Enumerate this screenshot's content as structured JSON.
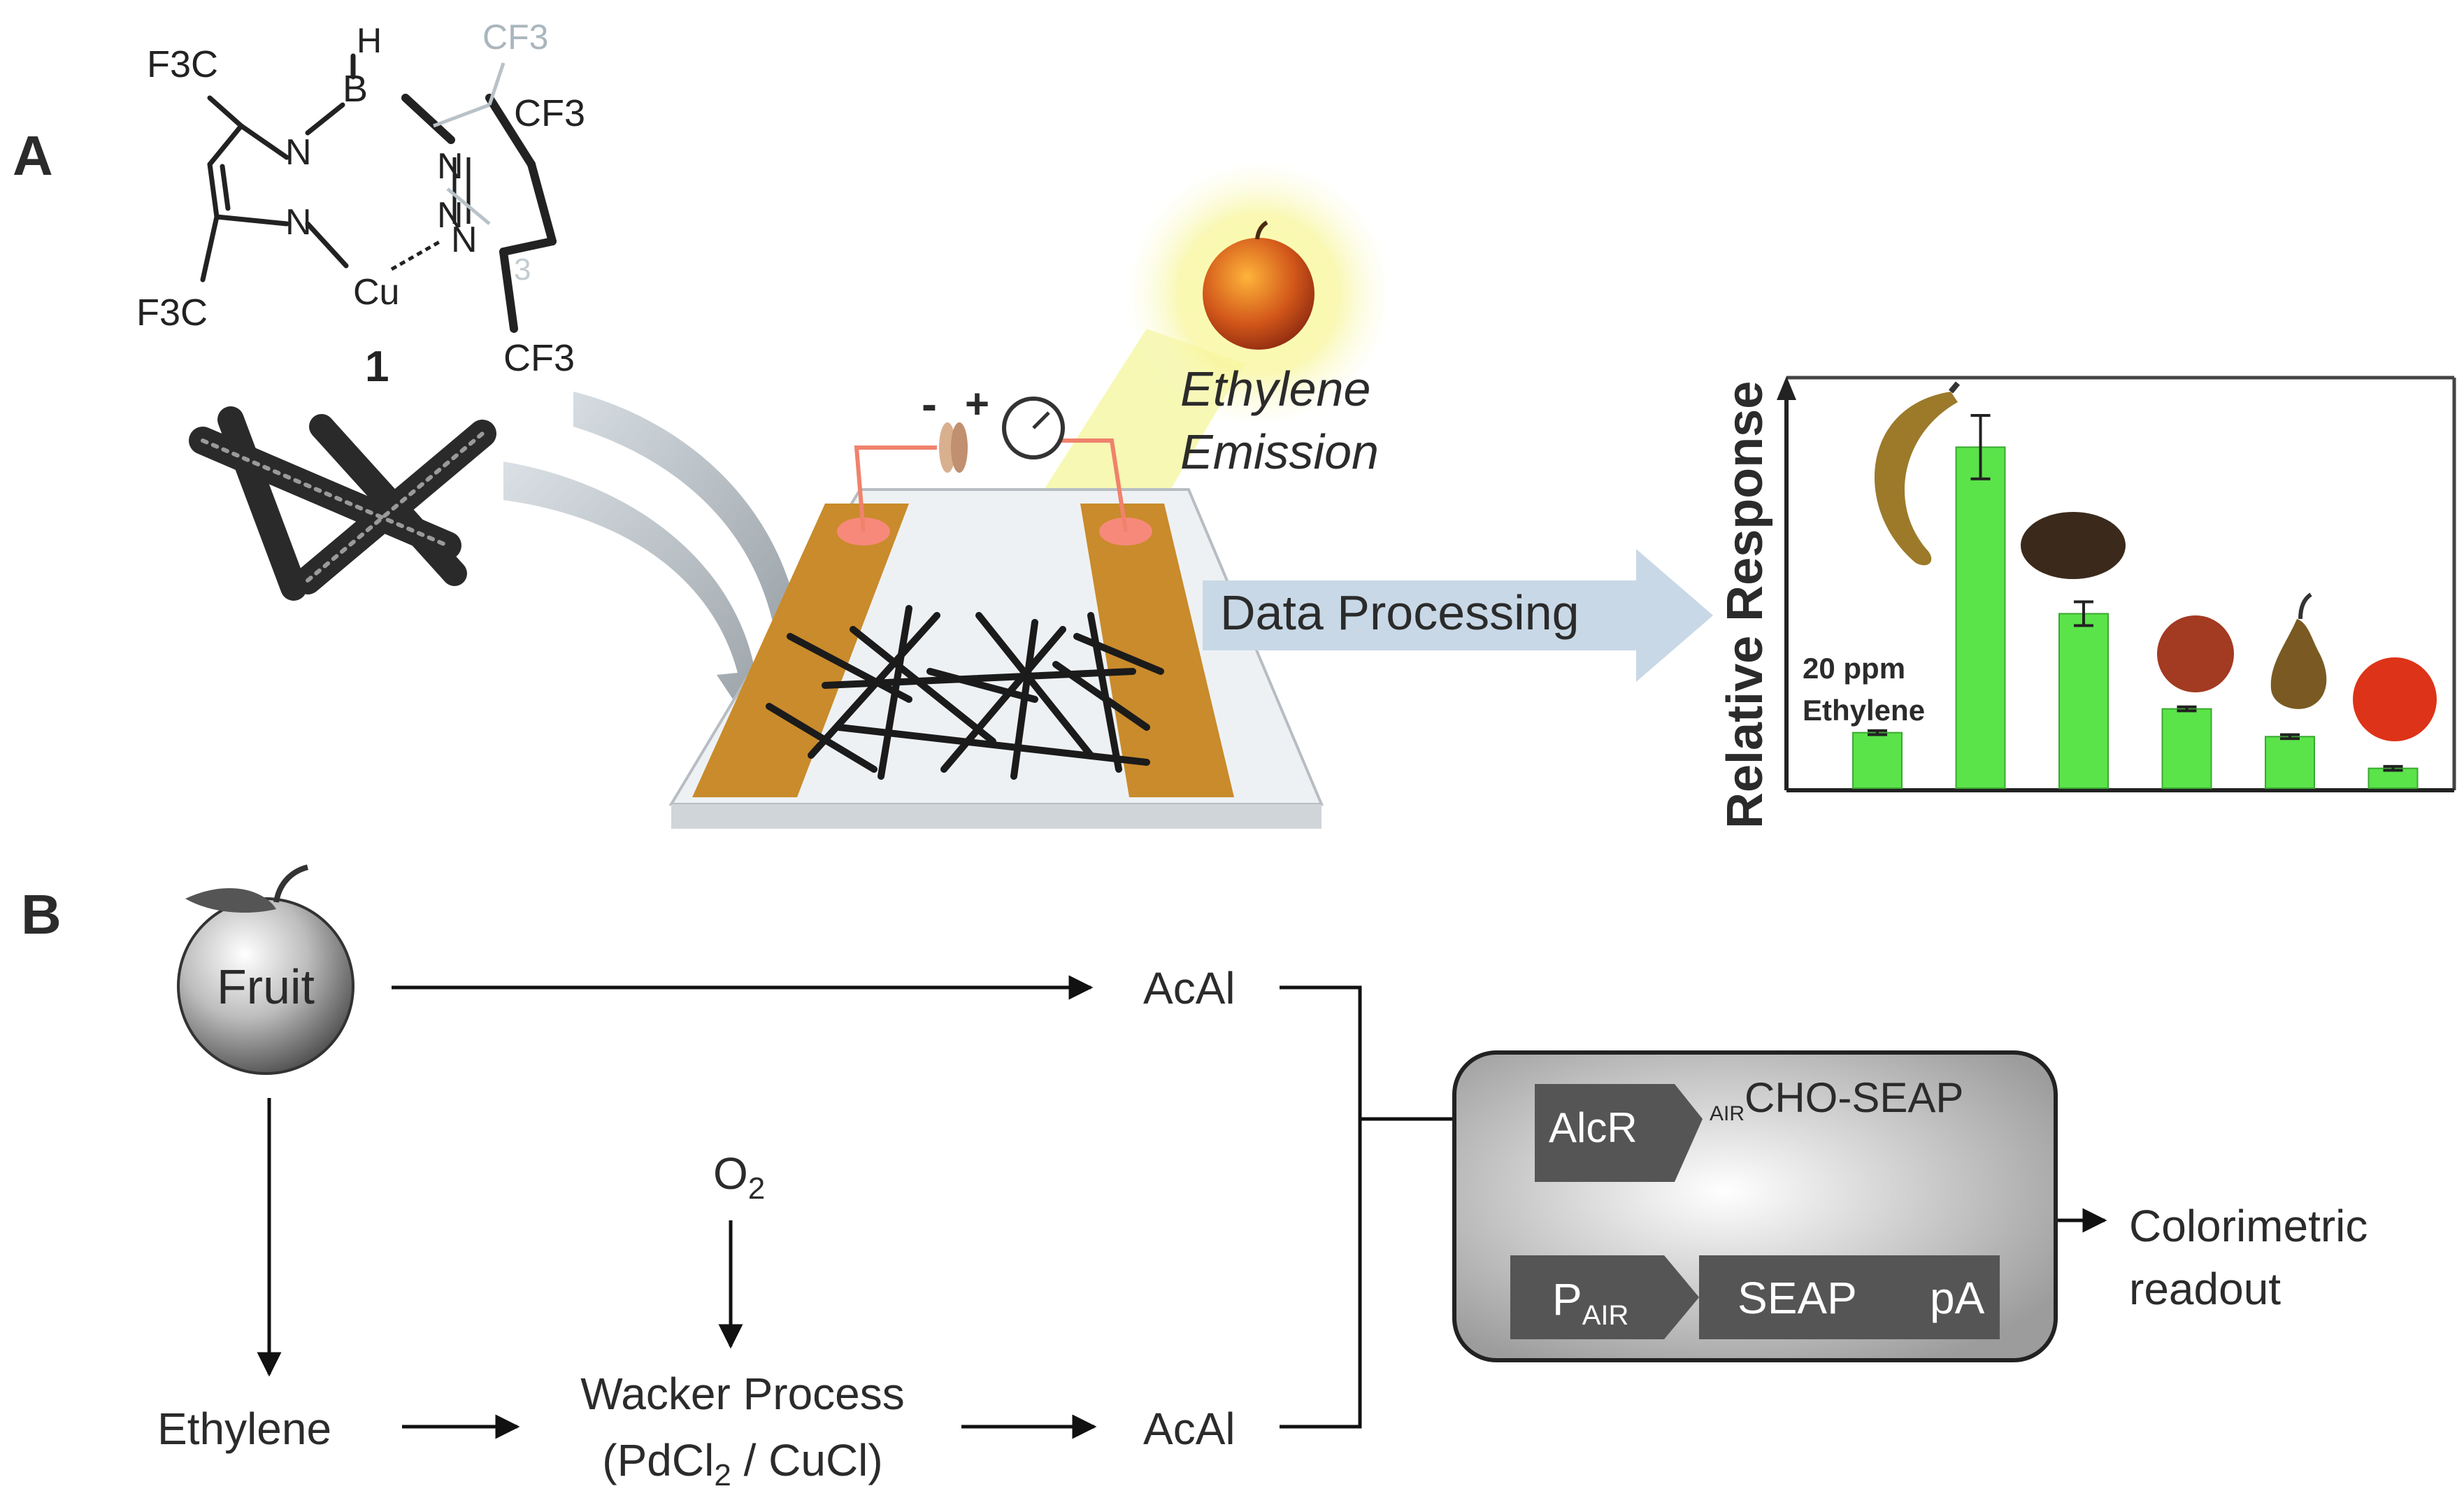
{
  "panels": {
    "a": {
      "label": "A"
    },
    "b": {
      "label": "B"
    }
  },
  "molecule": {
    "atoms": {
      "f3c_top": "F3C",
      "h": "H",
      "b": "B",
      "cf3_ghost": "CF3",
      "cf3_right": "CF3",
      "n1": "N",
      "n2": "N",
      "n3": "N",
      "n4": "N",
      "n5": "N",
      "cu": "Cu",
      "f3c_bottom": "F3C",
      "cf3_bottom": "CF3",
      "ghost3": "3"
    },
    "compound_number": "1"
  },
  "device": {
    "minus": "-",
    "plus": "+",
    "emission_line1": "Ethylene",
    "emission_line2": "Emission"
  },
  "arrow_label": "Data Processing",
  "chart_data": {
    "type": "bar",
    "ylabel": "Relative Response",
    "annotation_line1": "20 ppm",
    "annotation_line2": "Ethylene",
    "ylim": [
      0,
      100
    ],
    "categories": [
      "20 ppm Ethylene",
      "banana",
      "avocado",
      "apple",
      "pear",
      "orange"
    ],
    "icons": [
      "",
      "banana-icon",
      "avocado-icon",
      "apple-icon",
      "pear-icon",
      "orange-icon"
    ],
    "values": [
      14,
      86,
      44,
      20,
      13,
      5
    ],
    "errors": [
      0.5,
      8,
      3,
      0.5,
      0.5,
      0.5
    ],
    "bar_color": "#5be34a"
  },
  "flow": {
    "fruit": "Fruit",
    "acal_top": "AcAl",
    "o2": "O",
    "o2_sub": "2",
    "ethylene": "Ethylene",
    "wacker_line1": "Wacker Process",
    "wacker_line2a": "(PdCl",
    "wacker_line2_sub": "2",
    "wacker_line2b": " / CuCl)",
    "acal_bottom": "AcAl",
    "cell": {
      "alcr": "AlcR",
      "name_sub": "AIR",
      "name": "CHO-SEAP",
      "pair_main": "P",
      "pair_sub": "AIR",
      "seap": "SEAP",
      "pa": "pA"
    },
    "readout_line1": "Colorimetric",
    "readout_line2": "readout"
  }
}
